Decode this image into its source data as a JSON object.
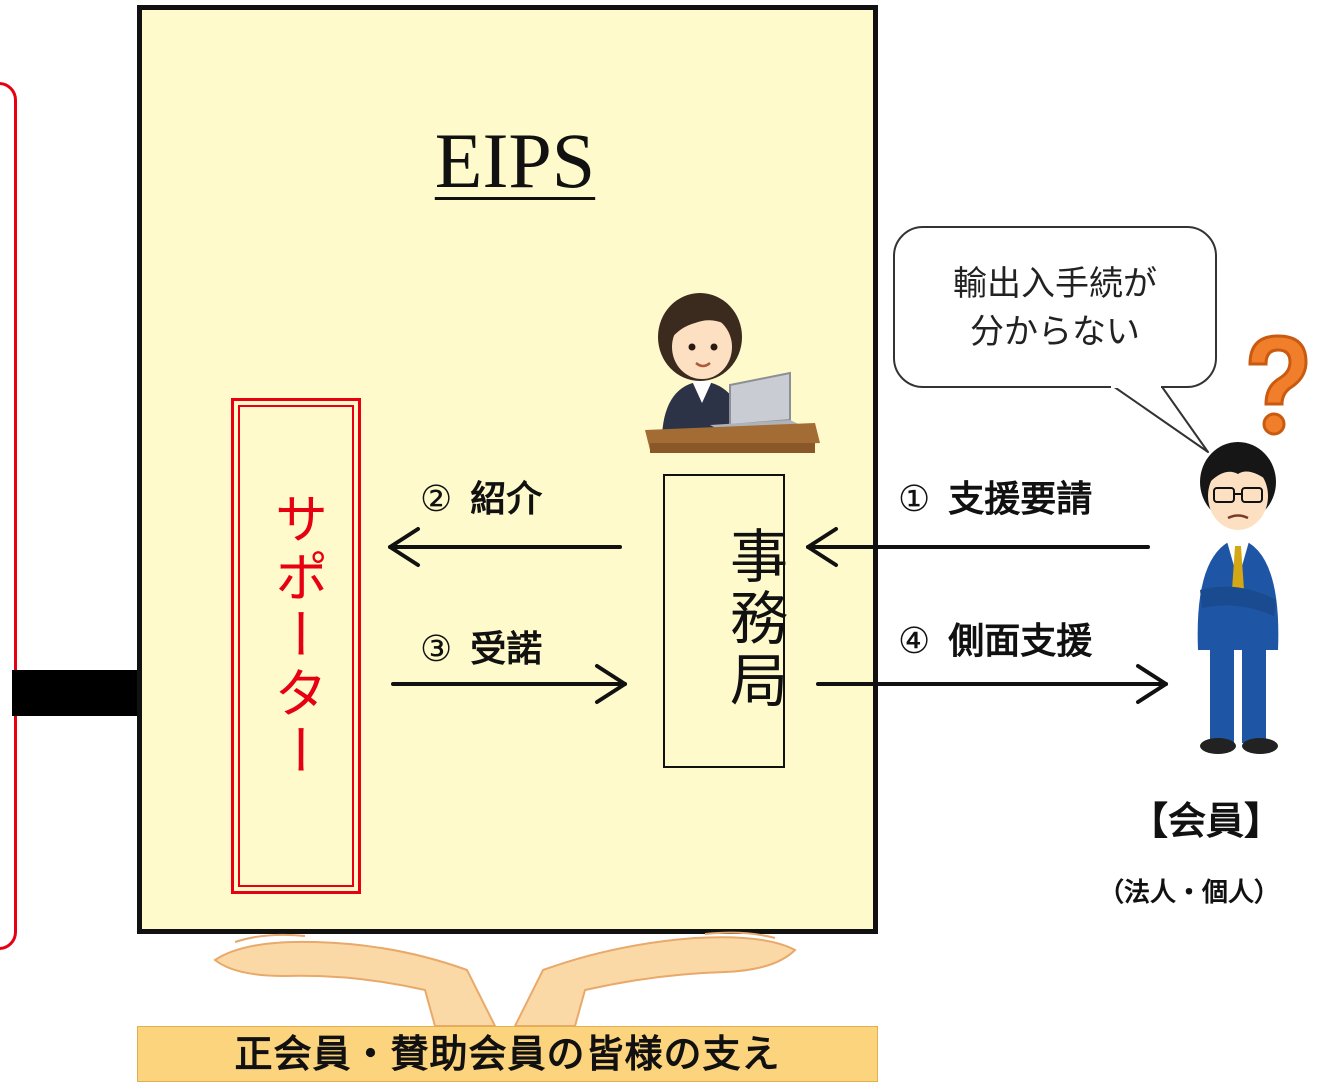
{
  "diagram": {
    "org_name": "EIPS",
    "supporter_label": "サポーター",
    "office_label": "事務局",
    "step1": {
      "num": "①",
      "text": "支援要請"
    },
    "step2": {
      "num": "②",
      "text": "紹介"
    },
    "step3": {
      "num": "③",
      "text": "受諾"
    },
    "step4": {
      "num": "④",
      "text": "側面支援"
    },
    "bubble_lines": [
      "輸出入手続が",
      "分からない"
    ],
    "member_title": "【会員】",
    "member_sub": "（法人・個人）",
    "support_text": "正会員・賛助会員の皆様の支え"
  },
  "colors": {
    "eips_bg": "#fffacb",
    "accent_red": "#e60012",
    "support_bar": "#fcd47e",
    "hands": "#fbd9a6"
  },
  "icons": {
    "staff": "office-worker-illustration",
    "member": "confused-businessman-illustration",
    "question": "question-mark-icon",
    "hands": "supporting-hands-illustration"
  }
}
